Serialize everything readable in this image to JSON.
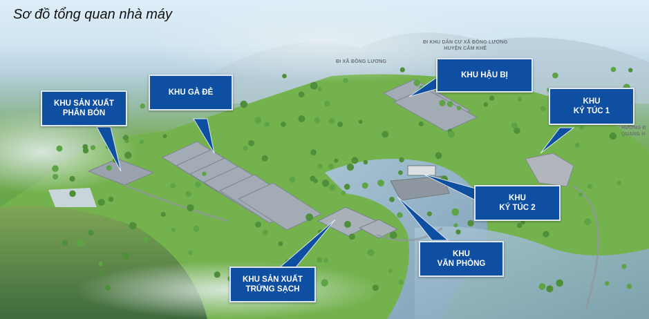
{
  "page": {
    "title": "Sơ đồ tổng quan nhà máy"
  },
  "map": {
    "zones": [
      {
        "id": "phan-bon",
        "lines": [
          "KHU SẢN XUẤT",
          "PHÂN BÓN"
        ]
      },
      {
        "id": "ga-de",
        "lines": [
          "KHU GÀ ĐẺ"
        ]
      },
      {
        "id": "hau-bi",
        "lines": [
          "KHU HẬU BỊ"
        ]
      },
      {
        "id": "ky-tuc-1",
        "lines": [
          "KHU",
          "KÝ TÚC 1"
        ]
      },
      {
        "id": "ky-tuc-2",
        "lines": [
          "KHU",
          "KÝ TÚC 2"
        ]
      },
      {
        "id": "van-phong",
        "lines": [
          "KHU",
          "VĂN PHÒNG"
        ]
      },
      {
        "id": "trung-sach",
        "lines": [
          "KHU SẢN XUẤT",
          "TRỨNG SẠCH"
        ]
      }
    ],
    "directions": [
      {
        "id": "dong-luong",
        "lines": [
          "ĐI XÃ ĐỒNG LƯƠNG"
        ]
      },
      {
        "id": "khu-dan-cu",
        "lines": [
          "ĐI KHU DÂN CƯ XÃ ĐỒNG LƯƠNG",
          "HUYỆN CẨM KHÊ"
        ]
      },
      {
        "id": "quang-huc",
        "lines": [
          "HƯỚNG Đ",
          "QUANG H"
        ]
      }
    ],
    "colors": {
      "callout_fill": "#0f4fa2",
      "callout_border": "#dfe8f3",
      "grass": "#6aa84a",
      "water": "#8fb2c8",
      "roof": "#9aa3ad"
    }
  }
}
